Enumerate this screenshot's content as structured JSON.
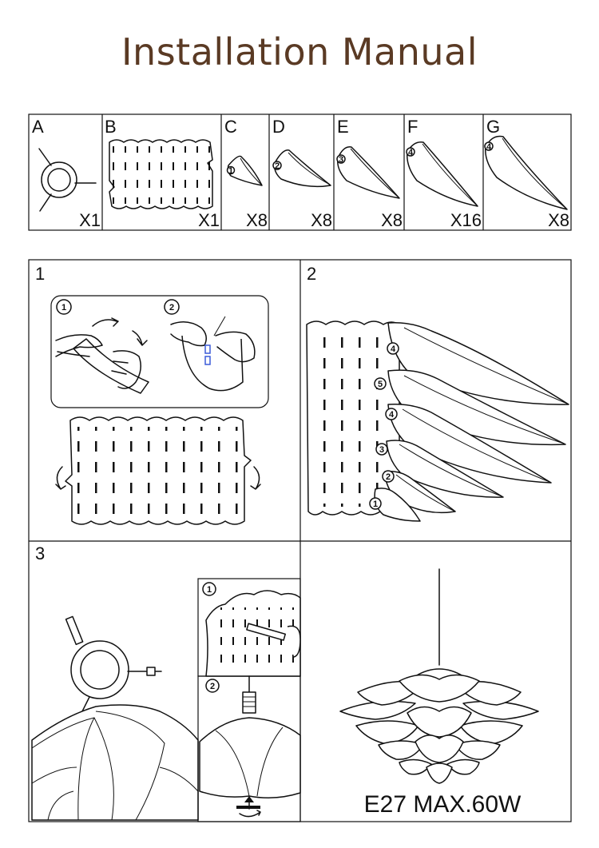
{
  "title": "Installation Manual",
  "parts": [
    {
      "label": "A",
      "qty": "X1"
    },
    {
      "label": "B",
      "qty": "X1"
    },
    {
      "label": "C",
      "qty": "X8"
    },
    {
      "label": "D",
      "qty": "X8"
    },
    {
      "label": "E",
      "qty": "X8"
    },
    {
      "label": "F",
      "qty": "X16"
    },
    {
      "label": "G",
      "qty": "X8"
    }
  ],
  "petal_markers": [
    "1",
    "2",
    "3",
    "4"
  ],
  "steps": {
    "s1": {
      "label": "1",
      "sub1": "1",
      "sub2": "2"
    },
    "s2": {
      "label": "2",
      "markers": [
        "4",
        "5",
        "4",
        "3",
        "2",
        "1"
      ]
    },
    "s3": {
      "label": "3",
      "sub1": "1",
      "sub2": "2"
    }
  },
  "spec": "E27 MAX.60W"
}
